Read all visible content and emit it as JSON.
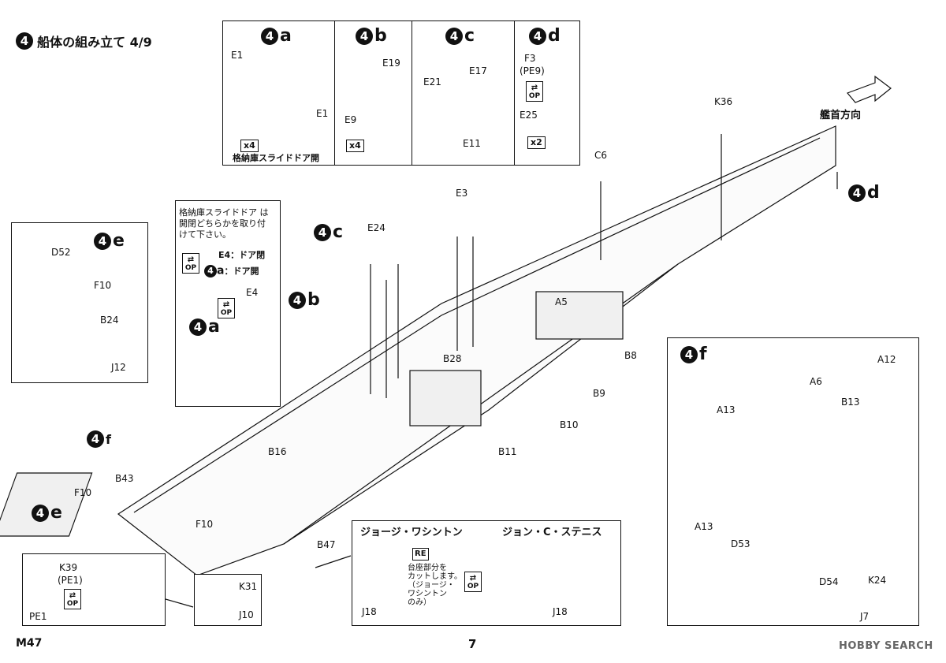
{
  "header": {
    "step_number": "4",
    "title": "船体の組み立て 4/9"
  },
  "sub_steps": {
    "a": {
      "number": "4",
      "letter": "a",
      "parts": [
        "E1",
        "E1"
      ],
      "qty": "x4",
      "caption": "格納庫スライドドア開"
    },
    "b": {
      "number": "4",
      "letter": "b",
      "parts": [
        "E19",
        "E9"
      ],
      "qty": "x4"
    },
    "c": {
      "number": "4",
      "letter": "c",
      "parts": [
        "E21",
        "E17",
        "E11"
      ]
    },
    "d": {
      "number": "4",
      "letter": "d",
      "parts": [
        "F3",
        "(PE9)",
        "E25"
      ],
      "op": "OP",
      "qty": "x2"
    }
  },
  "step_e": {
    "number": "4",
    "letter": "e",
    "parts": [
      "D52",
      "F10",
      "B24",
      "J12"
    ]
  },
  "step_f": {
    "number": "4",
    "letter": "f",
    "parts": [
      "A12",
      "A6",
      "B13",
      "A13",
      "A13",
      "D53",
      "D54",
      "K24",
      "J7"
    ]
  },
  "note_box": {
    "text_lines": [
      "格納庫スライドドア は",
      "開閉どちらかを取り付",
      "けて下さい。"
    ],
    "op": "OP",
    "e4_label": "E4：ドア閉",
    "a_label": "：ドア開",
    "a_ref": {
      "number": "4",
      "letter": "a"
    }
  },
  "main_labels": {
    "E4": "E4",
    "K36": "K36",
    "bow": "艦首方向",
    "C6": "C6",
    "E3": "E3",
    "E24": "E24",
    "A5": "A5",
    "B28": "B28",
    "B8": "B8",
    "B9": "B9",
    "B10": "B10",
    "B11": "B11",
    "B16": "B16",
    "B43": "B43",
    "F10a": "F10",
    "F10b": "F10",
    "B47": "B47",
    "K31": "K31",
    "J10": "J10",
    "K39": "K39",
    "PE1a": "(PE1)",
    "PE1b": "PE1"
  },
  "refs": {
    "c_main": {
      "number": "4",
      "letter": "c"
    },
    "b_main": {
      "number": "4",
      "letter": "b"
    },
    "a_main": {
      "number": "4",
      "letter": "a"
    },
    "d_main": {
      "number": "4",
      "letter": "d"
    },
    "f_main": {
      "number": "4",
      "letter": "f"
    },
    "e_main": {
      "number": "4",
      "letter": "e"
    }
  },
  "op_marks": {
    "d": "OP",
    "note": "OP",
    "kj": "OP",
    "gw": "OP"
  },
  "variants": {
    "george_washington": {
      "title": "ジョージ・ワシントン",
      "re": "RE",
      "note_lines": [
        "台座部分を",
        "カットします。",
        "（ジョージ・",
        "ワシントン",
        "のみ）"
      ],
      "part": "J18"
    },
    "john_stennis": {
      "title": "ジョン・C・ステニス",
      "part": "J18"
    }
  },
  "footer": {
    "code": "M47",
    "page": "7",
    "watermark": "HOBBY SEARCH"
  }
}
